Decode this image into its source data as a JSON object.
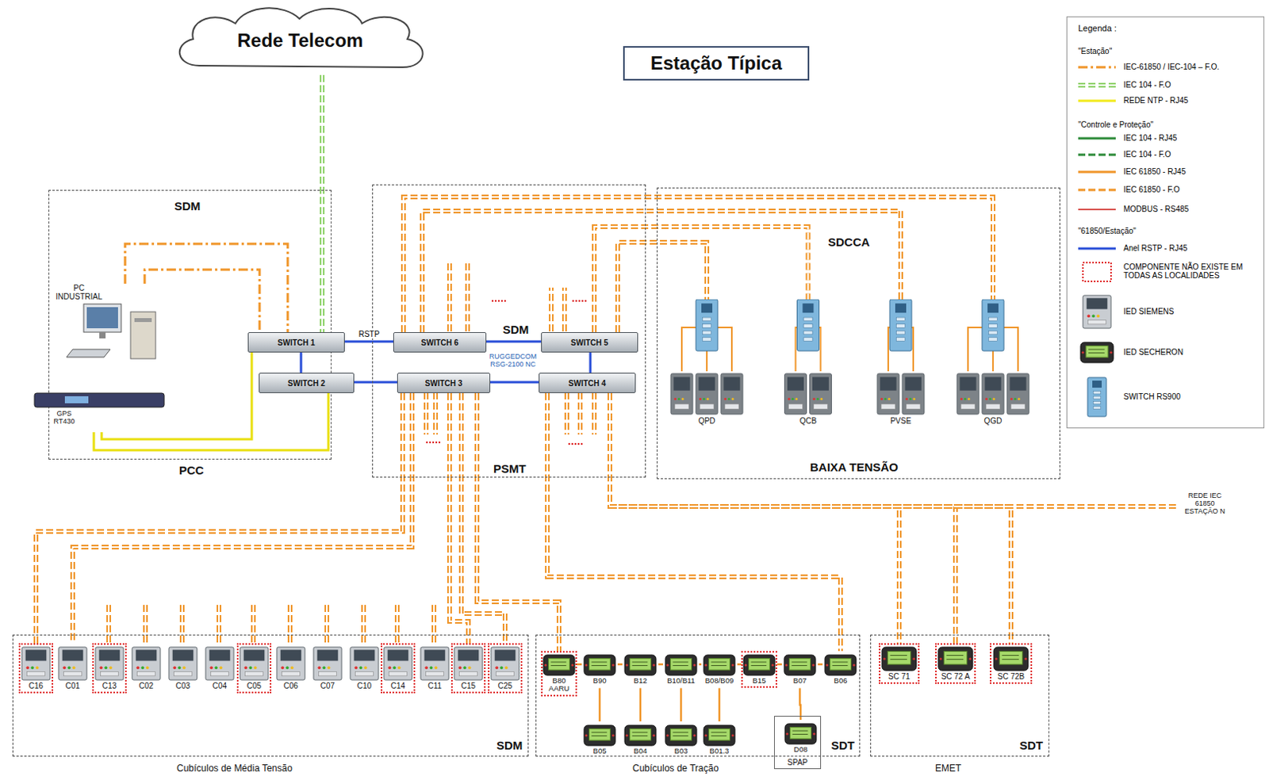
{
  "diagram": {
    "title": "Estação Típica",
    "nodes": [
      {
        "text": [
          "Rede Telecom"
        ]
      },
      {
        "text": [
          "SDM",
          "PCC"
        ]
      },
      {
        "text": [
          "PC INDUSTRIAL"
        ],
        "in": 1
      },
      {
        "text": [
          "GPS RT430"
        ],
        "in": 1
      },
      {
        "text": [
          "SWITCH 1"
        ],
        "in": 1
      },
      {
        "text": [
          "SWITCH 2"
        ],
        "in": 1
      },
      {
        "text": [
          "SDM",
          "PSMT"
        ]
      },
      {
        "text": [
          "SWITCH 6"
        ],
        "in": 6
      },
      {
        "text": [
          "SWITCH 5"
        ],
        "in": 6
      },
      {
        "text": [
          "SWITCH 3"
        ],
        "in": 6
      },
      {
        "text": [
          "SWITCH 4"
        ],
        "in": 6
      },
      {
        "text": [
          "SDCCA",
          "BAIXA TENSÃO"
        ]
      },
      {
        "text": [
          "QPD"
        ],
        "in": 11
      },
      {
        "text": [
          "QCB"
        ],
        "in": 11
      },
      {
        "text": [
          "PVSE"
        ],
        "in": 11
      },
      {
        "text": [
          "QGD"
        ],
        "in": 11
      },
      {
        "text": [
          "SDM",
          "Cubículos de Média Tensão"
        ]
      },
      {
        "text": [
          "C16"
        ],
        "in": 16
      },
      {
        "text": [
          "C01"
        ],
        "in": 16
      },
      {
        "text": [
          "C13"
        ],
        "in": 16
      },
      {
        "text": [
          "C02"
        ],
        "in": 16
      },
      {
        "text": [
          "C03"
        ],
        "in": 16
      },
      {
        "text": [
          "C04"
        ],
        "in": 16
      },
      {
        "text": [
          "C05"
        ],
        "in": 16
      },
      {
        "text": [
          "C06"
        ],
        "in": 16
      },
      {
        "text": [
          "C07"
        ],
        "in": 16
      },
      {
        "text": [
          "C10"
        ],
        "in": 16
      },
      {
        "text": [
          "C14"
        ],
        "in": 16
      },
      {
        "text": [
          "C11"
        ],
        "in": 16
      },
      {
        "text": [
          "C15"
        ],
        "in": 16
      },
      {
        "text": [
          "C25"
        ],
        "in": 16
      },
      {
        "text": [
          "SDT",
          "Cubículos de Tração"
        ]
      },
      {
        "text": [
          "B80 AARU"
        ],
        "in": 31
      },
      {
        "text": [
          "B90"
        ],
        "in": 31
      },
      {
        "text": [
          "B12"
        ],
        "in": 31
      },
      {
        "text": [
          "B10/B11"
        ],
        "in": 31
      },
      {
        "text": [
          "B08/B09"
        ],
        "in": 31
      },
      {
        "text": [
          "B15"
        ],
        "in": 31
      },
      {
        "text": [
          "B07"
        ],
        "in": 31
      },
      {
        "text": [
          "B06"
        ],
        "in": 31
      },
      {
        "text": [
          "B05"
        ],
        "in": 31
      },
      {
        "text": [
          "B04"
        ],
        "in": 31
      },
      {
        "text": [
          "B03"
        ],
        "in": 31
      },
      {
        "text": [
          "B01.3"
        ],
        "in": 31
      },
      {
        "text": [
          "SPAP"
        ],
        "in": 31
      },
      {
        "text": [
          "D08"
        ],
        "in": 44
      },
      {
        "text": [
          "SDT",
          "EMET"
        ]
      },
      {
        "text": [
          "SC 71"
        ],
        "in": 46
      },
      {
        "text": [
          "SC 72 A"
        ],
        "in": 46
      },
      {
        "text": [
          "SC 72B"
        ],
        "in": 46
      }
    ],
    "edges": [
      {
        "from": 0,
        "to": 4,
        "arrow": "none"
      },
      {
        "from": 2,
        "to": 4,
        "arrow": "none"
      },
      {
        "from": 2,
        "to": 4,
        "arrow": "none"
      },
      {
        "from": 3,
        "to": 4,
        "arrow": "none"
      },
      {
        "from": 3,
        "to": 5,
        "arrow": "none"
      },
      {
        "from": 4,
        "to": 7,
        "label": "RSTP",
        "arrow": "none"
      },
      {
        "from": 4,
        "to": 5,
        "arrow": "none"
      },
      {
        "from": 5,
        "to": 9,
        "arrow": "none"
      },
      {
        "from": 7,
        "to": 8,
        "arrow": "none"
      },
      {
        "from": 9,
        "to": 10,
        "arrow": "none"
      },
      {
        "from": 8,
        "to": 10,
        "arrow": "none"
      },
      {
        "from": 7,
        "to": 15,
        "arrow": "none"
      },
      {
        "from": 7,
        "to": 14,
        "arrow": "none"
      },
      {
        "from": 8,
        "to": 13,
        "arrow": "none"
      },
      {
        "from": 8,
        "to": 12,
        "arrow": "none"
      },
      {
        "from": 9,
        "to": 17,
        "arrow": "none"
      },
      {
        "from": 9,
        "to": 18,
        "arrow": "none"
      },
      {
        "from": 9,
        "to": 29,
        "arrow": "none"
      },
      {
        "from": 9,
        "to": 30,
        "arrow": "none"
      },
      {
        "from": 9,
        "to": 32,
        "arrow": "none"
      },
      {
        "from": 10,
        "to": 39,
        "arrow": "none"
      },
      {
        "from": 10,
        "to": 47,
        "arrow": "none"
      },
      {
        "from": 10,
        "to": 48,
        "arrow": "none"
      },
      {
        "from": 10,
        "to": 49,
        "arrow": "none"
      },
      {
        "from": 32,
        "to": 33,
        "arrow": "none"
      },
      {
        "from": 33,
        "to": 34,
        "arrow": "none"
      },
      {
        "from": 34,
        "to": 35,
        "arrow": "none"
      },
      {
        "from": 35,
        "to": 36,
        "arrow": "none"
      },
      {
        "from": 36,
        "to": 37,
        "arrow": "none"
      },
      {
        "from": 37,
        "to": 38,
        "arrow": "none"
      },
      {
        "from": 38,
        "to": 39,
        "arrow": "none"
      },
      {
        "from": 33,
        "to": 40,
        "arrow": "none"
      },
      {
        "from": 34,
        "to": 41,
        "arrow": "none"
      },
      {
        "from": 35,
        "to": 42,
        "arrow": "none"
      },
      {
        "from": 36,
        "to": 43,
        "arrow": "none"
      },
      {
        "from": 38,
        "to": 45,
        "arrow": "none"
      }
    ],
    "labels": [
      "Legenda :",
      "\"Estação\"",
      "\"Controle e Proteção\"",
      "\"61850/Estação\"",
      "RUGGEDCOM RSG-2100 NC",
      "REDE IEC 61850 ESTAÇÃO N"
    ],
    "legend": [
      {
        "text": "IEC-61850 / IEC-104 – F.O."
      },
      {
        "text": "IEC 104 - F.O"
      },
      {
        "text": "REDE NTP - RJ45"
      },
      {
        "text": "IEC 104 - RJ45"
      },
      {
        "text": "IEC 104 - F.O"
      },
      {
        "text": "IEC 61850 - RJ45"
      },
      {
        "text": "IEC 61850 - F.O"
      },
      {
        "text": "MODBUS - RS485"
      },
      {
        "text": "Anel RSTP - RJ45"
      },
      {
        "text": "COMPONENTE NÃO EXISTE EM TODAS AS LOCALIDADES"
      },
      {
        "text": "IED SIEMENS"
      },
      {
        "text": "IED SECHERON"
      },
      {
        "text": "SWITCH RS900"
      }
    ]
  }
}
